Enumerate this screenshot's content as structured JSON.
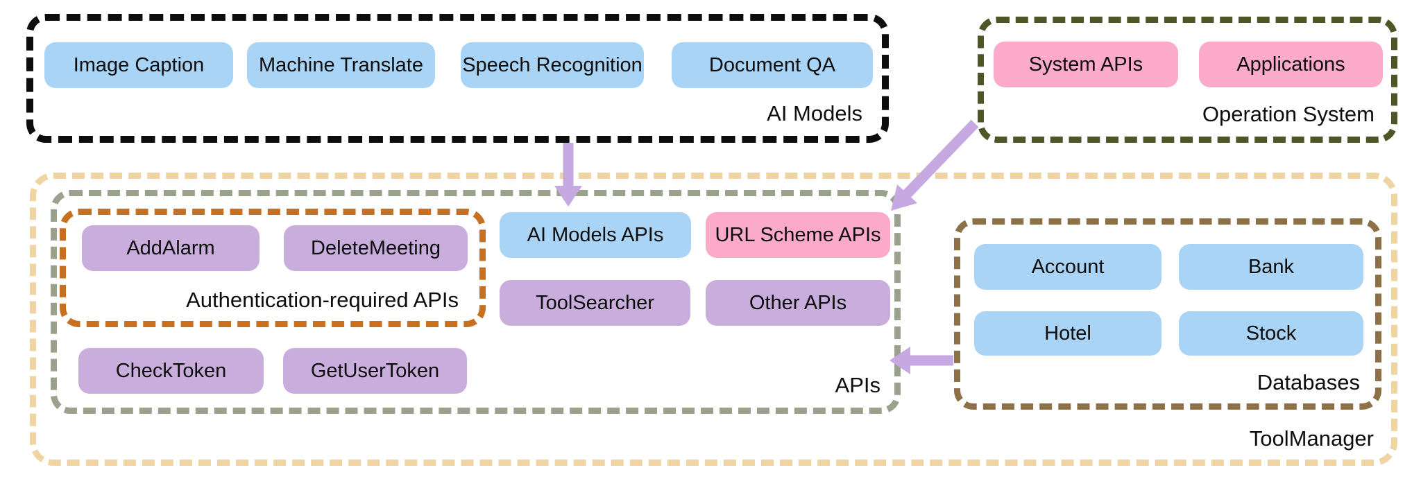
{
  "palette": {
    "node_blue": "#a9d4f5",
    "node_pink": "#fbaac9",
    "node_purple": "#c9aedd",
    "arrow_purple": "#c6a9e0",
    "border_black": "#0d0d0d",
    "border_olive": "#4f5527",
    "border_tan": "#f0d5a3",
    "border_sage": "#9aa18c",
    "border_orange": "#c8701f",
    "border_brown": "#8d7045"
  },
  "ai_models": {
    "label": "AI Models",
    "chips": [
      "Image Caption",
      "Machine Translate",
      "Speech Recognition",
      "Document QA"
    ]
  },
  "operation_system": {
    "label": "Operation System",
    "chips": [
      "System APIs",
      "Applications"
    ]
  },
  "tool_manager": {
    "label": "ToolManager"
  },
  "apis": {
    "label": "APIs",
    "auth": {
      "label": "Authentication-required APIs",
      "chips": [
        "AddAlarm",
        "DeleteMeeting"
      ]
    },
    "token_chips": [
      "CheckToken",
      "GetUserToken"
    ],
    "grid_chips": [
      "AI Models APIs",
      "URL Scheme APIs",
      "ToolSearcher",
      "Other APIs"
    ]
  },
  "databases": {
    "label": "Databases",
    "chips": [
      "Account",
      "Bank",
      "Hotel",
      "Stock"
    ]
  }
}
